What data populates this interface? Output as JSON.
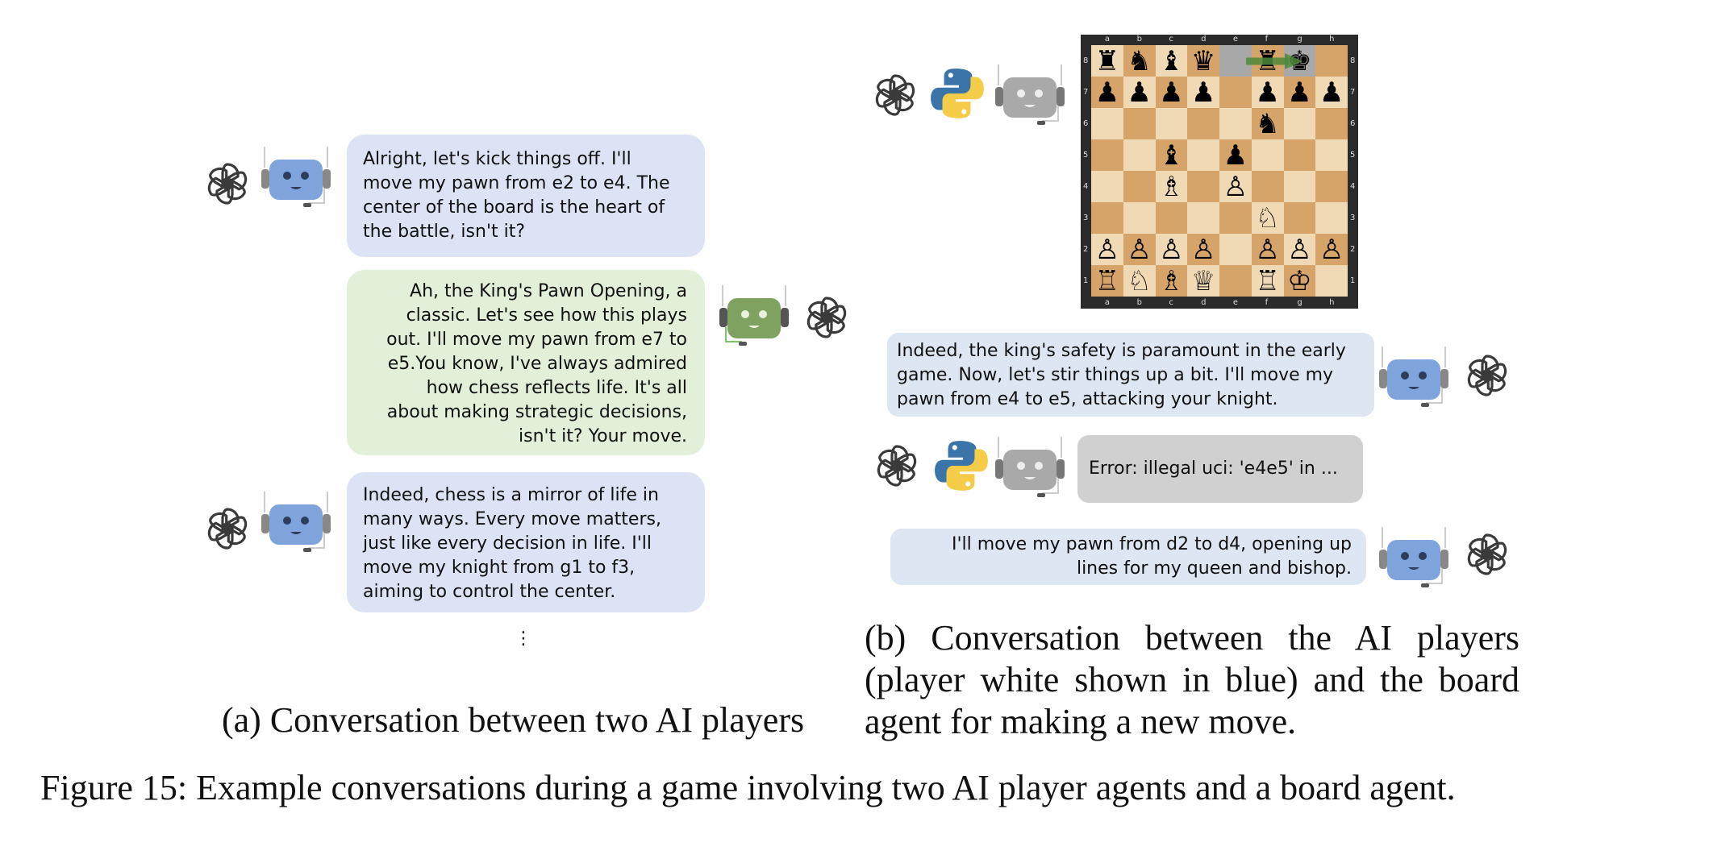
{
  "panel_a": {
    "messages": [
      {
        "speaker": "white",
        "text": "Alright, let's kick things off. I'll\nmove my pawn from e2 to e4. The\ncenter of the board is the heart of\nthe battle, isn't it?"
      },
      {
        "speaker": "black",
        "text": "Ah, the King's Pawn Opening, a\nclassic. Let's see how this plays\nout. I'll move my pawn from e7 to\ne5.You know, I've always admired\nhow chess reflects life. It's all\nabout making strategic decisions,\nisn't it? Your move."
      },
      {
        "speaker": "white",
        "text": "Indeed, chess is a mirror of life in\nmany ways. Every move matters,\njust like every decision in life. I'll\nmove my knight from g1 to f3,\naiming to control the center."
      }
    ],
    "ellipsis": "⋮",
    "caption": "(a) Conversation between two AI players"
  },
  "panel_b": {
    "board": {
      "files": [
        "a",
        "b",
        "c",
        "d",
        "e",
        "f",
        "g",
        "h"
      ],
      "ranks": [
        "8",
        "7",
        "6",
        "5",
        "4",
        "3",
        "2",
        "1"
      ],
      "rows": [
        [
          "♜",
          "♞",
          "♝",
          "♛",
          "",
          "♜",
          "♚",
          ""
        ],
        [
          "♟",
          "♟",
          "♟",
          "♟",
          "",
          "♟",
          "♟",
          "♟"
        ],
        [
          "",
          "",
          "",
          "",
          "",
          "♞",
          "",
          ""
        ],
        [
          "",
          "",
          "♝",
          "",
          "♟",
          "",
          "",
          ""
        ],
        [
          "",
          "",
          "♗",
          "",
          "♙",
          "",
          "",
          ""
        ],
        [
          "",
          "",
          "",
          "",
          "",
          "♘",
          "",
          ""
        ],
        [
          "♙",
          "♙",
          "♙",
          "♙",
          "",
          "♙",
          "♙",
          "♙"
        ],
        [
          "♖",
          "♘",
          "♗",
          "♕",
          "",
          "♖",
          "♔",
          ""
        ]
      ],
      "last_move": {
        "from": "e8",
        "to": "g8"
      }
    },
    "messages": [
      {
        "speaker": "white",
        "text": "Indeed, the king's safety is paramount in the early\ngame. Now, let's stir things up a bit. I'll move my\npawn from e4 to e5, attacking your knight."
      },
      {
        "speaker": "board",
        "text": "Error: illegal uci: 'e4e5' in ..."
      },
      {
        "speaker": "white",
        "text": "I'll move my pawn from d2 to d4, opening up\nlines for my queen and bishop."
      }
    ],
    "caption": "(b) Conversation between the AI players (player white shown in blue) and the board agent for making a new move."
  },
  "figure_caption": "Figure 15: Example conversations during a game involving two AI player agents and a board agent.",
  "colors": {
    "white_bubble": "#dbe3f4",
    "black_bubble": "#e2efd9",
    "board_bubble": "#d0d0d0",
    "blue_robot": "#7ea4db",
    "green_robot": "#7fa260",
    "gray_robot": "#a9a9a9"
  }
}
